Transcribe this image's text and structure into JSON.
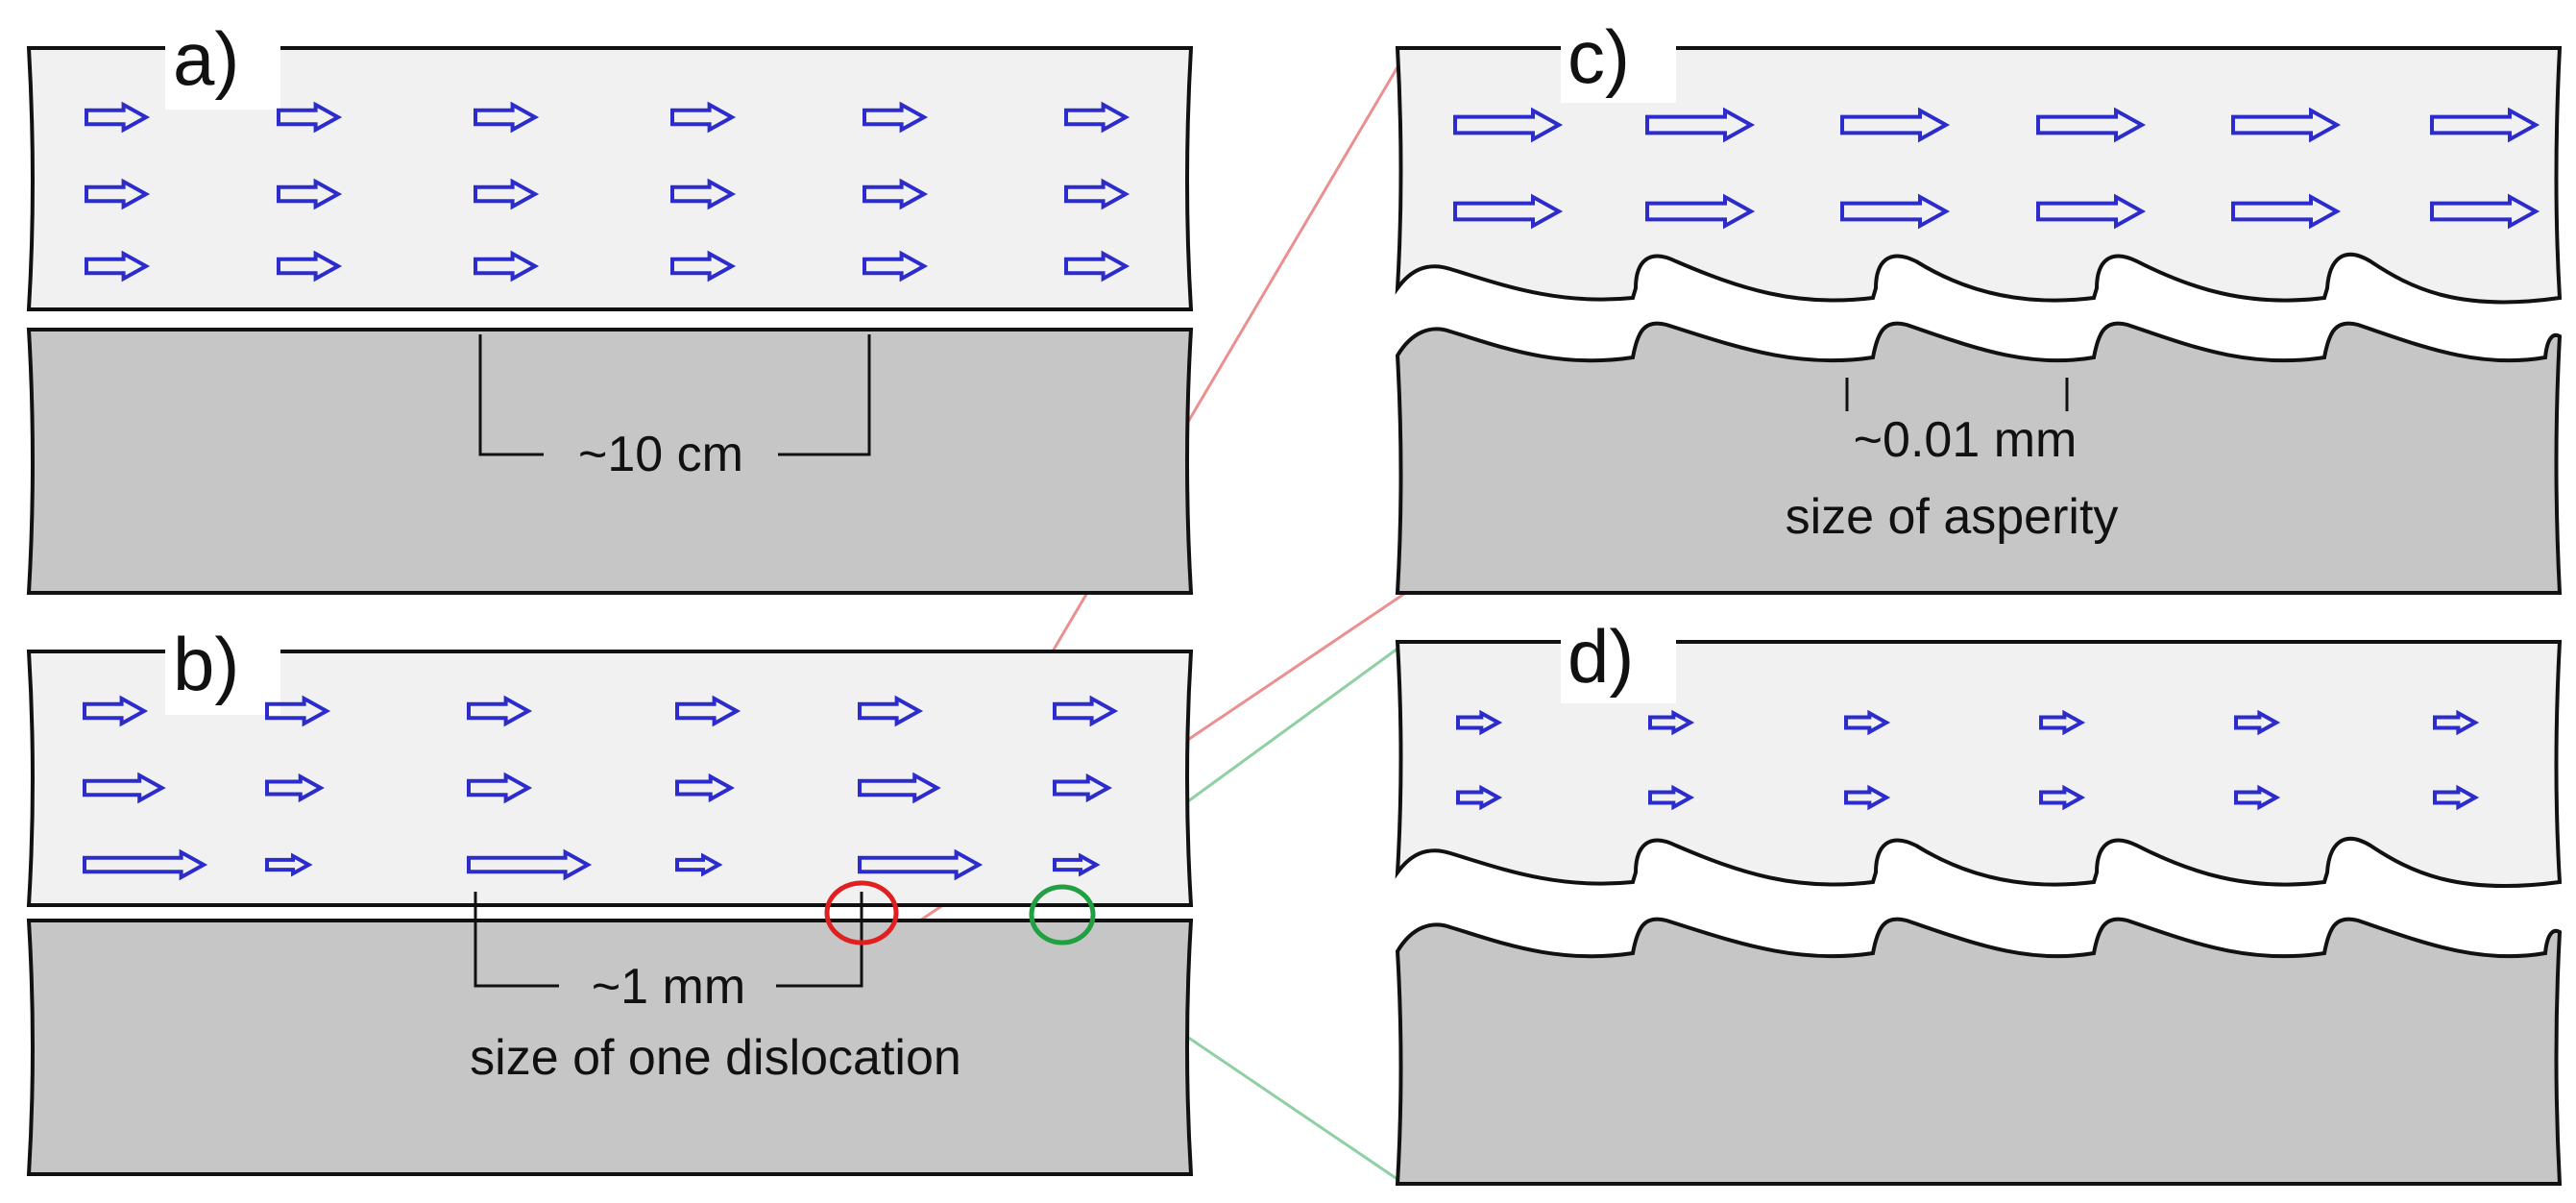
{
  "colors": {
    "upper_block": "#f1f1f1",
    "lower_block": "#c6c6c6",
    "outline": "#111111",
    "arrow": "#2c2ccc",
    "red_marker": "#e02020",
    "green_marker": "#20a040",
    "red_connector": "#ec8f8f",
    "green_connector": "#8fd0a2"
  },
  "panels": {
    "a": {
      "label": "a)",
      "scale_text": "~10 cm"
    },
    "b": {
      "label": "b)",
      "scale_text": "~1 mm",
      "caption": "size of one dislocation"
    },
    "c": {
      "label": "c)",
      "scale_text": "~0.01 mm",
      "caption": "size of asperity"
    },
    "d": {
      "label": "d)"
    }
  },
  "arrow_fields": {
    "a": [
      [
        1,
        1,
        1,
        1,
        1,
        1
      ],
      [
        1,
        1,
        1,
        1,
        1,
        1
      ],
      [
        1,
        1,
        1,
        1,
        1,
        1
      ]
    ],
    "b": [
      [
        1,
        1,
        1,
        1,
        1,
        1
      ],
      [
        1.3,
        0.9,
        1,
        0.9,
        1.3,
        0.9
      ],
      [
        2,
        0.7,
        2,
        0.7,
        2,
        0.7
      ]
    ],
    "c": [
      [
        1.5,
        1.5,
        1.5,
        1.5,
        1.5,
        1.5
      ],
      [
        1.5,
        1.5,
        1.5,
        1.5,
        1.5,
        1.5
      ]
    ],
    "d": [
      [
        0.6,
        0.6,
        0.6,
        0.6,
        0.6,
        0.6
      ],
      [
        0.6,
        0.6,
        0.6,
        0.6,
        0.6,
        0.6
      ]
    ]
  },
  "icons": {
    "arrow": "hollow-right-arrow-icon",
    "red_marker": "circle-icon",
    "green_marker": "circle-icon"
  }
}
